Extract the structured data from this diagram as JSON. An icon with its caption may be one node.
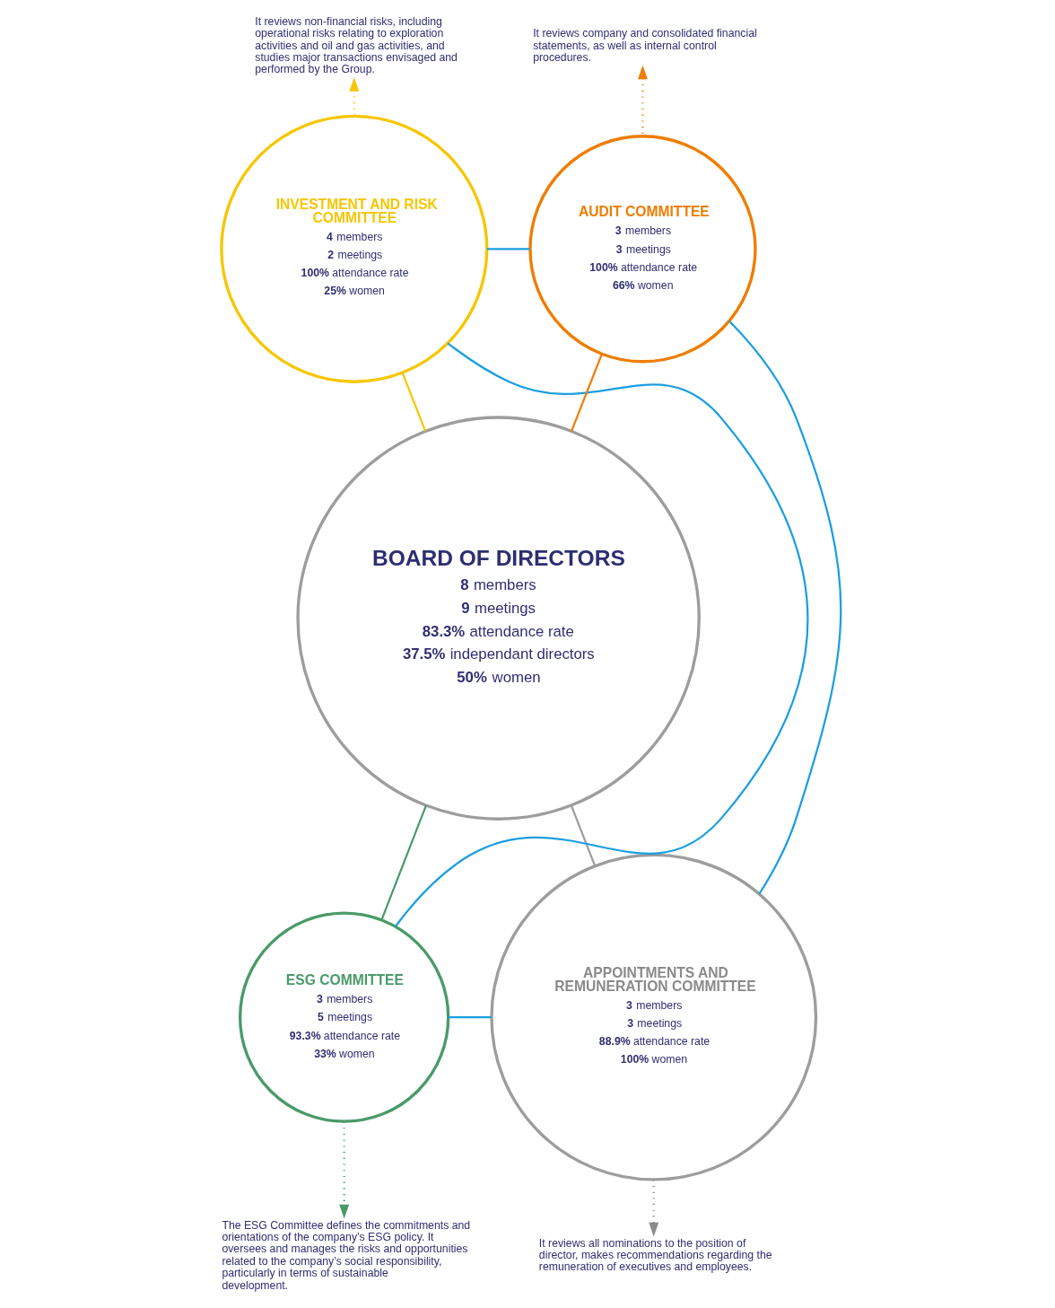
{
  "diagram": {
    "nodes": [
      {
        "text": [
          "BOARD OF DIRECTORS",
          "**8** members",
          "**9** meetings",
          "**83.3%** attendance rate",
          "**37.5%** independant directors",
          "**50%** women"
        ]
      },
      {
        "text": [
          "INVESTMENT AND RISK COMMITTEE",
          "**4** members",
          "**2** meetings",
          "**100%** attendance rate",
          "**25%** women"
        ]
      },
      {
        "text": [
          "AUDIT COMMITTEE",
          "**3** members",
          "**3** meetings",
          "**100%** attendance rate",
          "**66%** women"
        ]
      },
      {
        "text": [
          "ESG COMMITTEE",
          "**3** members",
          "**5** meetings",
          "**93.3%** attendance rate",
          "**33%** women"
        ]
      },
      {
        "text": [
          "APPOINTMENTS AND REMUNERATION COMMITTEE",
          "**3** members",
          "**3** meetings",
          "**88.9%** attendance rate",
          "**100%** women"
        ]
      },
      {
        "text": [
          "It reviews non-financial risks, including operational risks relating to exploration activities and oil and gas activities, and studies major transactions envisaged and performed by the Group."
        ]
      },
      {
        "text": [
          "It reviews company and consolidated financial statements, as well as internal control procedures."
        ]
      },
      {
        "text": [
          "The ESG Committee defines the commitments and orientations of the company’s ESG policy. It oversees and manages the risks and opportunities related to the company’s social responsibility, particularly in terms of sustainable development."
        ]
      },
      {
        "text": [
          "It reviews all nominations to the position of director, makes recommendations regarding the remuneration of executives and employees."
        ]
      }
    ],
    "edges": [
      {
        "from": 0,
        "to": 1,
        "arrow": "none",
        "color": "#f7c600"
      },
      {
        "from": 0,
        "to": 2,
        "arrow": "none",
        "color": "#ee7d00"
      },
      {
        "from": 0,
        "to": 3,
        "arrow": "none",
        "color": "#4a9a6a"
      },
      {
        "from": 0,
        "to": 4,
        "arrow": "none",
        "color": "#9d9d9d"
      },
      {
        "from": 1,
        "to": 2,
        "arrow": "none"
      },
      {
        "from": 2,
        "to": 4,
        "arrow": "none"
      },
      {
        "from": 4,
        "to": 3,
        "arrow": "none"
      },
      {
        "from": 3,
        "to": 1,
        "arrow": "none"
      },
      {
        "from": 1,
        "to": 5,
        "arrow": "to",
        "style": "dashed",
        "color": "#f7c600"
      },
      {
        "from": 2,
        "to": 6,
        "arrow": "to",
        "style": "dashed",
        "color": "#ee7d00"
      },
      {
        "from": 3,
        "to": 7,
        "arrow": "to",
        "style": "dashed",
        "color": "#4a9a6a"
      },
      {
        "from": 4,
        "to": 8,
        "arrow": "to",
        "style": "dashed",
        "color": "#8a8a8a"
      }
    ]
  }
}
